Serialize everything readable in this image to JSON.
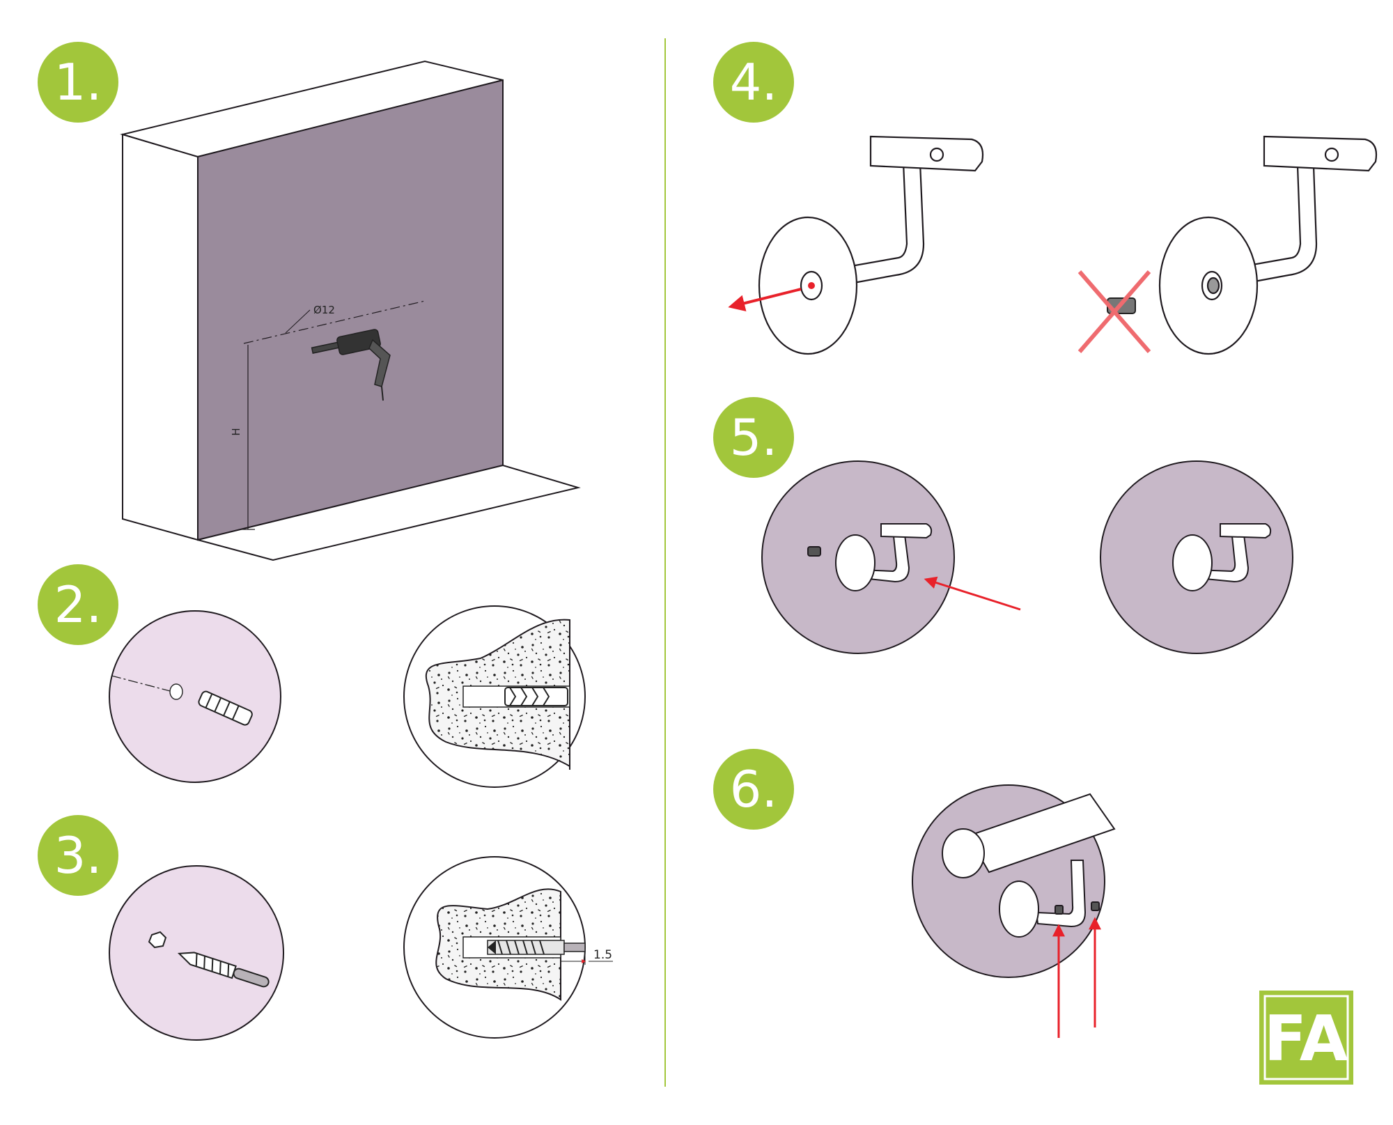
{
  "colors": {
    "accent_green": "#a2c63b",
    "wall_purple": "#9a8b9c",
    "circle_fill": "#ecdceb",
    "circle_fill_dark": "#c7b8c8",
    "arrow_red": "#e8212a",
    "line": "#1f1a1f"
  },
  "steps": [
    {
      "number": "1."
    },
    {
      "number": "2."
    },
    {
      "number": "3."
    },
    {
      "number": "4."
    },
    {
      "number": "5."
    },
    {
      "number": "6."
    }
  ],
  "step1": {
    "diameter_label": "Ø12",
    "height_label": "H"
  },
  "step3": {
    "depth_label": "1.5"
  },
  "logo": {
    "text": "FA",
    "icon": "fa-logo-icon"
  }
}
